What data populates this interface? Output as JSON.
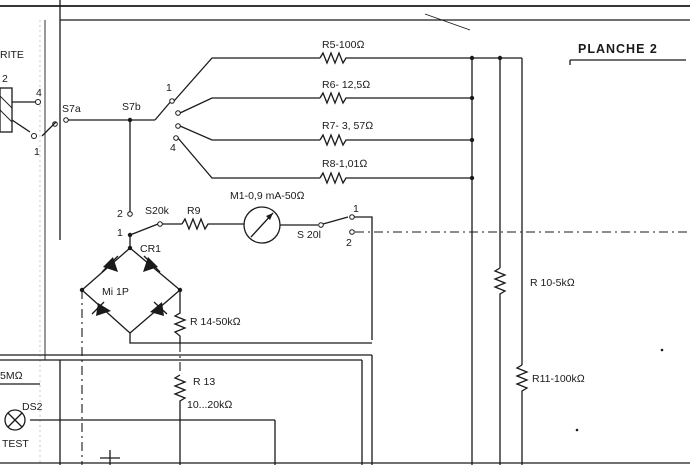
{
  "plate_title": "PLANCHE 2",
  "left_edge": {
    "label": "RITE",
    "num": "2",
    "pos4": "4",
    "pos1": "1"
  },
  "switches": {
    "s7a": "S7a",
    "s7b": "S7b",
    "s7b_pos1": "1",
    "s7b_pos4": "4",
    "s20k": "S20k",
    "s20k_pos2": "2",
    "s20k_pos1": "1",
    "s20l": "S 20l",
    "s20l_pos1": "1",
    "s20l_pos2": "2"
  },
  "resistors": {
    "r5": "R5-100Ω",
    "r6": "R6- 12,5Ω",
    "r7": "R7- 3, 57Ω",
    "r8": "R8-1,01Ω",
    "r9": "R9",
    "r10": "R 10-5kΩ",
    "r11": "R11-100kΩ",
    "r13": "R 13",
    "r13_value": "10...20kΩ",
    "r14": "R 14-50kΩ"
  },
  "meter": {
    "label": "M1-0,9 mA-50Ω"
  },
  "bridge": {
    "label": "CR1",
    "sub": "Mi 1P"
  },
  "lower_left": {
    "resistor": "5MΩ",
    "lamp": "DS2",
    "lamp_caption": "TEST"
  }
}
